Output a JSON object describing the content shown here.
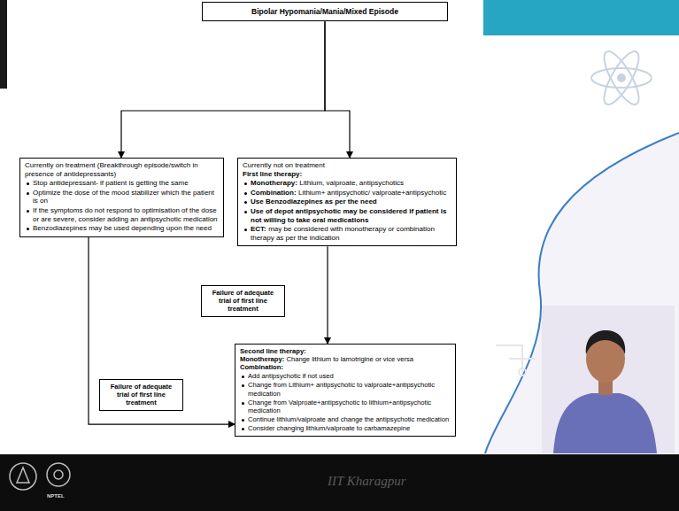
{
  "diagram": {
    "nodes": [
      {
        "text": [
          "Bipolar Hypomania/Mania/Mixed Episode"
        ]
      },
      {
        "text": [
          "Currently on treatment (Breakthrough episode/switch in presence of antidepressants)",
          "Stop antidepressant- if patient is getting the same",
          "Optimize the dose of the mood stabilizer which the patient is on",
          "If the symptoms do not respond to optimisation of the dose or are severe, consider adding an antipsychotic medication",
          "Benzodiazepines may be used depending upon the need"
        ]
      },
      {
        "text": [
          "Currently not on treatment",
          "First line therapy:",
          "Monotherapy:",
          "Lithium, valproate, antipsychotics",
          "Combination:",
          "Lithium+ antipsychotic/ valproate+antipsychotic",
          "Use Benzodiazepines as per the need",
          "Use of depot antipsychotic may be considered if patient is not willing to take oral medications",
          "ECT:",
          "may be considered with monotherapy or combination therapy as per the indication"
        ]
      },
      {
        "text": [
          "Failure of adequate trial of first line treatment"
        ]
      },
      {
        "text": [
          "Second line therapy:",
          "Monotherapy:",
          "Change lithium to lamotrigine or vice versa",
          "Combination:",
          "Add antipsychotic if not used",
          "Change from Lithium+ antipsychotic to valproate+antipsychotic medication",
          "Change from Valproate+antipsychotic to lithium+antipsychotic medication",
          "Continue lithium/valproate and change the antipsychotic medication",
          "Consider changing lithium/valproate to carbamazepine"
        ]
      },
      {
        "text": [
          "Failure of adequate trial of first line treatment"
        ]
      }
    ],
    "edges": [
      {
        "from": 0,
        "to": 1,
        "arrow": "to"
      },
      {
        "from": 0,
        "to": 2,
        "arrow": "to"
      },
      {
        "from": 2,
        "to": 4,
        "arrow": "to"
      },
      {
        "from": 1,
        "to": 4,
        "arrow": "to"
      }
    ],
    "labels": [
      "IIT Kharagpur",
      "NPTEL"
    ]
  }
}
